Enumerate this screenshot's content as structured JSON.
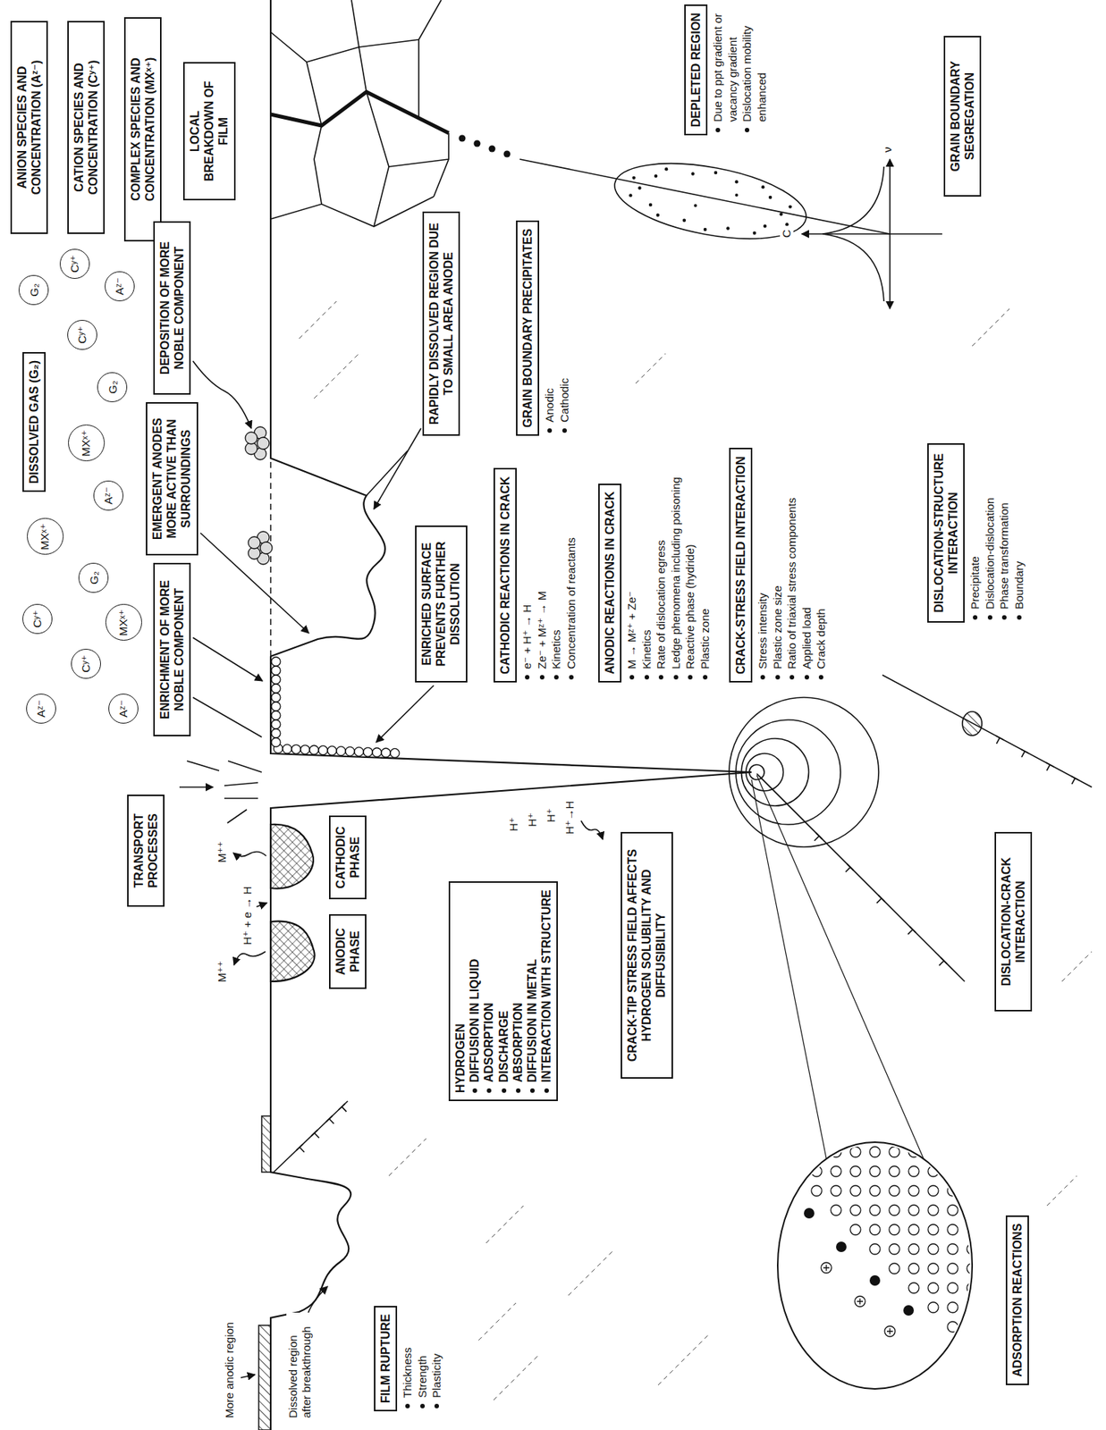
{
  "diagram": {
    "nodes": [
      {
        "text": [
          "ANION SPECIES AND CONCENTRATION (Aᶻ⁻)"
        ]
      },
      {
        "text": [
          "CATION SPECIES AND CONCENTRATION (Cʸ⁺)"
        ]
      },
      {
        "text": [
          "COMPLEX SPECIES AND CONCENTRATION (MXˣ⁺)"
        ]
      },
      {
        "text": [
          "DISSOLVED GAS (G₂)"
        ]
      },
      {
        "text": [
          "Aᶻ⁻"
        ]
      },
      {
        "text": [
          "Cʸ⁺"
        ]
      },
      {
        "text": [
          "Cʸ⁺"
        ]
      },
      {
        "text": [
          "G₂"
        ]
      },
      {
        "text": [
          "MXˣ⁺"
        ]
      },
      {
        "text": [
          "Aᶻ⁻"
        ]
      },
      {
        "text": [
          "Aᶻ⁻"
        ]
      },
      {
        "text": [
          "MXˣ⁺"
        ]
      },
      {
        "text": [
          "G₂"
        ]
      },
      {
        "text": [
          "Cʸ⁺"
        ]
      },
      {
        "text": [
          "Aᶻ⁻"
        ]
      },
      {
        "text": [
          "G₂"
        ]
      },
      {
        "text": [
          "Cʸ⁺"
        ]
      },
      {
        "text": [
          "MXˣ⁺"
        ]
      },
      {
        "text": [
          "TRANSPORT PROCESSES"
        ]
      },
      {
        "text": [
          "ENRICHMENT OF MORE NOBLE COMPONENT"
        ]
      },
      {
        "text": [
          "EMERGENT ANODES MORE ACTIVE THAN SURROUNDINGS"
        ]
      },
      {
        "text": [
          "DEPOSITION OF MORE NOBLE COMPONENT"
        ]
      },
      {
        "text": [
          "LOCAL BREAKDOWN OF FILM"
        ]
      },
      {
        "text": [
          "ANODIC PHASE"
        ]
      },
      {
        "text": [
          "CATHODIC PHASE"
        ]
      },
      {
        "text": [
          "FILM RUPTURE",
          "Thickness",
          "Strength",
          "Plasticity"
        ]
      },
      {
        "text": [
          "ENRICHED SURFACE PREVENTS FURTHER DISSOLUTION"
        ]
      },
      {
        "text": [
          "RAPIDLY DISSOLVED REGION DUE TO SMALL AREA ANODE"
        ]
      },
      {
        "text": [
          "GRAIN BOUNDARY PRECIPITATES",
          "Anodic",
          "Cathodic"
        ]
      },
      {
        "text": [
          "HYDROGEN",
          "DIFFUSION IN LIQUID",
          "ADSORPTION",
          "DISCHARGE",
          "ABSORPTION",
          "DIFFUSION IN METAL",
          "INTERACTION WITH STRUCTURE"
        ]
      },
      {
        "text": [
          "CATHODIC REACTIONS IN CRACK",
          "e⁻ + H⁺ → H",
          "Ze⁻ + Mᶻ⁺ → M",
          "Kinetics",
          "Concentration of reactants"
        ]
      },
      {
        "text": [
          "ANODIC REACTIONS IN CRACK",
          "M → Mᶻ⁺ + Ze⁻",
          "Kinetics",
          "Rate of dislocation egress",
          "Ledge phenomena including poisoning",
          "Reactive phase (hydride)",
          "Plastic zone"
        ]
      },
      {
        "text": [
          "CRACK-TIP STRESS FIELD AFFECTS HYDROGEN SOLUBILITY AND DIFFUSIBILITY"
        ]
      },
      {
        "text": [
          "CRACK-STRESS FIELD INTERACTION",
          "Stress intensity",
          "Plastic zone size",
          "Ratio of triaxial stress components",
          "Applied load",
          "Crack depth"
        ]
      },
      {
        "text": [
          "DEPLETED REGION",
          "Due to ppt gradient or vacancy gradient",
          "Dislocation mobility enhanced"
        ]
      },
      {
        "text": [
          "ADSORPTION REACTIONS"
        ]
      },
      {
        "text": [
          "DISLOCATION-CRACK INTERACTION"
        ]
      },
      {
        "text": [
          "DISLOCATION-STRUCTURE INTERACTION",
          "Precipitate",
          "Dislocation-dislocation",
          "Phase transformation",
          "Boundary"
        ]
      },
      {
        "text": [
          "GRAIN BOUNDARY SEGREGATION"
        ]
      }
    ],
    "labels": [
      "More anodic region",
      "Dissolved region after breakthrough",
      "M⁺⁺",
      "H⁺ + e → H",
      "M⁺⁺",
      "H⁺",
      "H⁺",
      "H⁺",
      "H⁺→H",
      "C",
      "ν"
    ]
  }
}
